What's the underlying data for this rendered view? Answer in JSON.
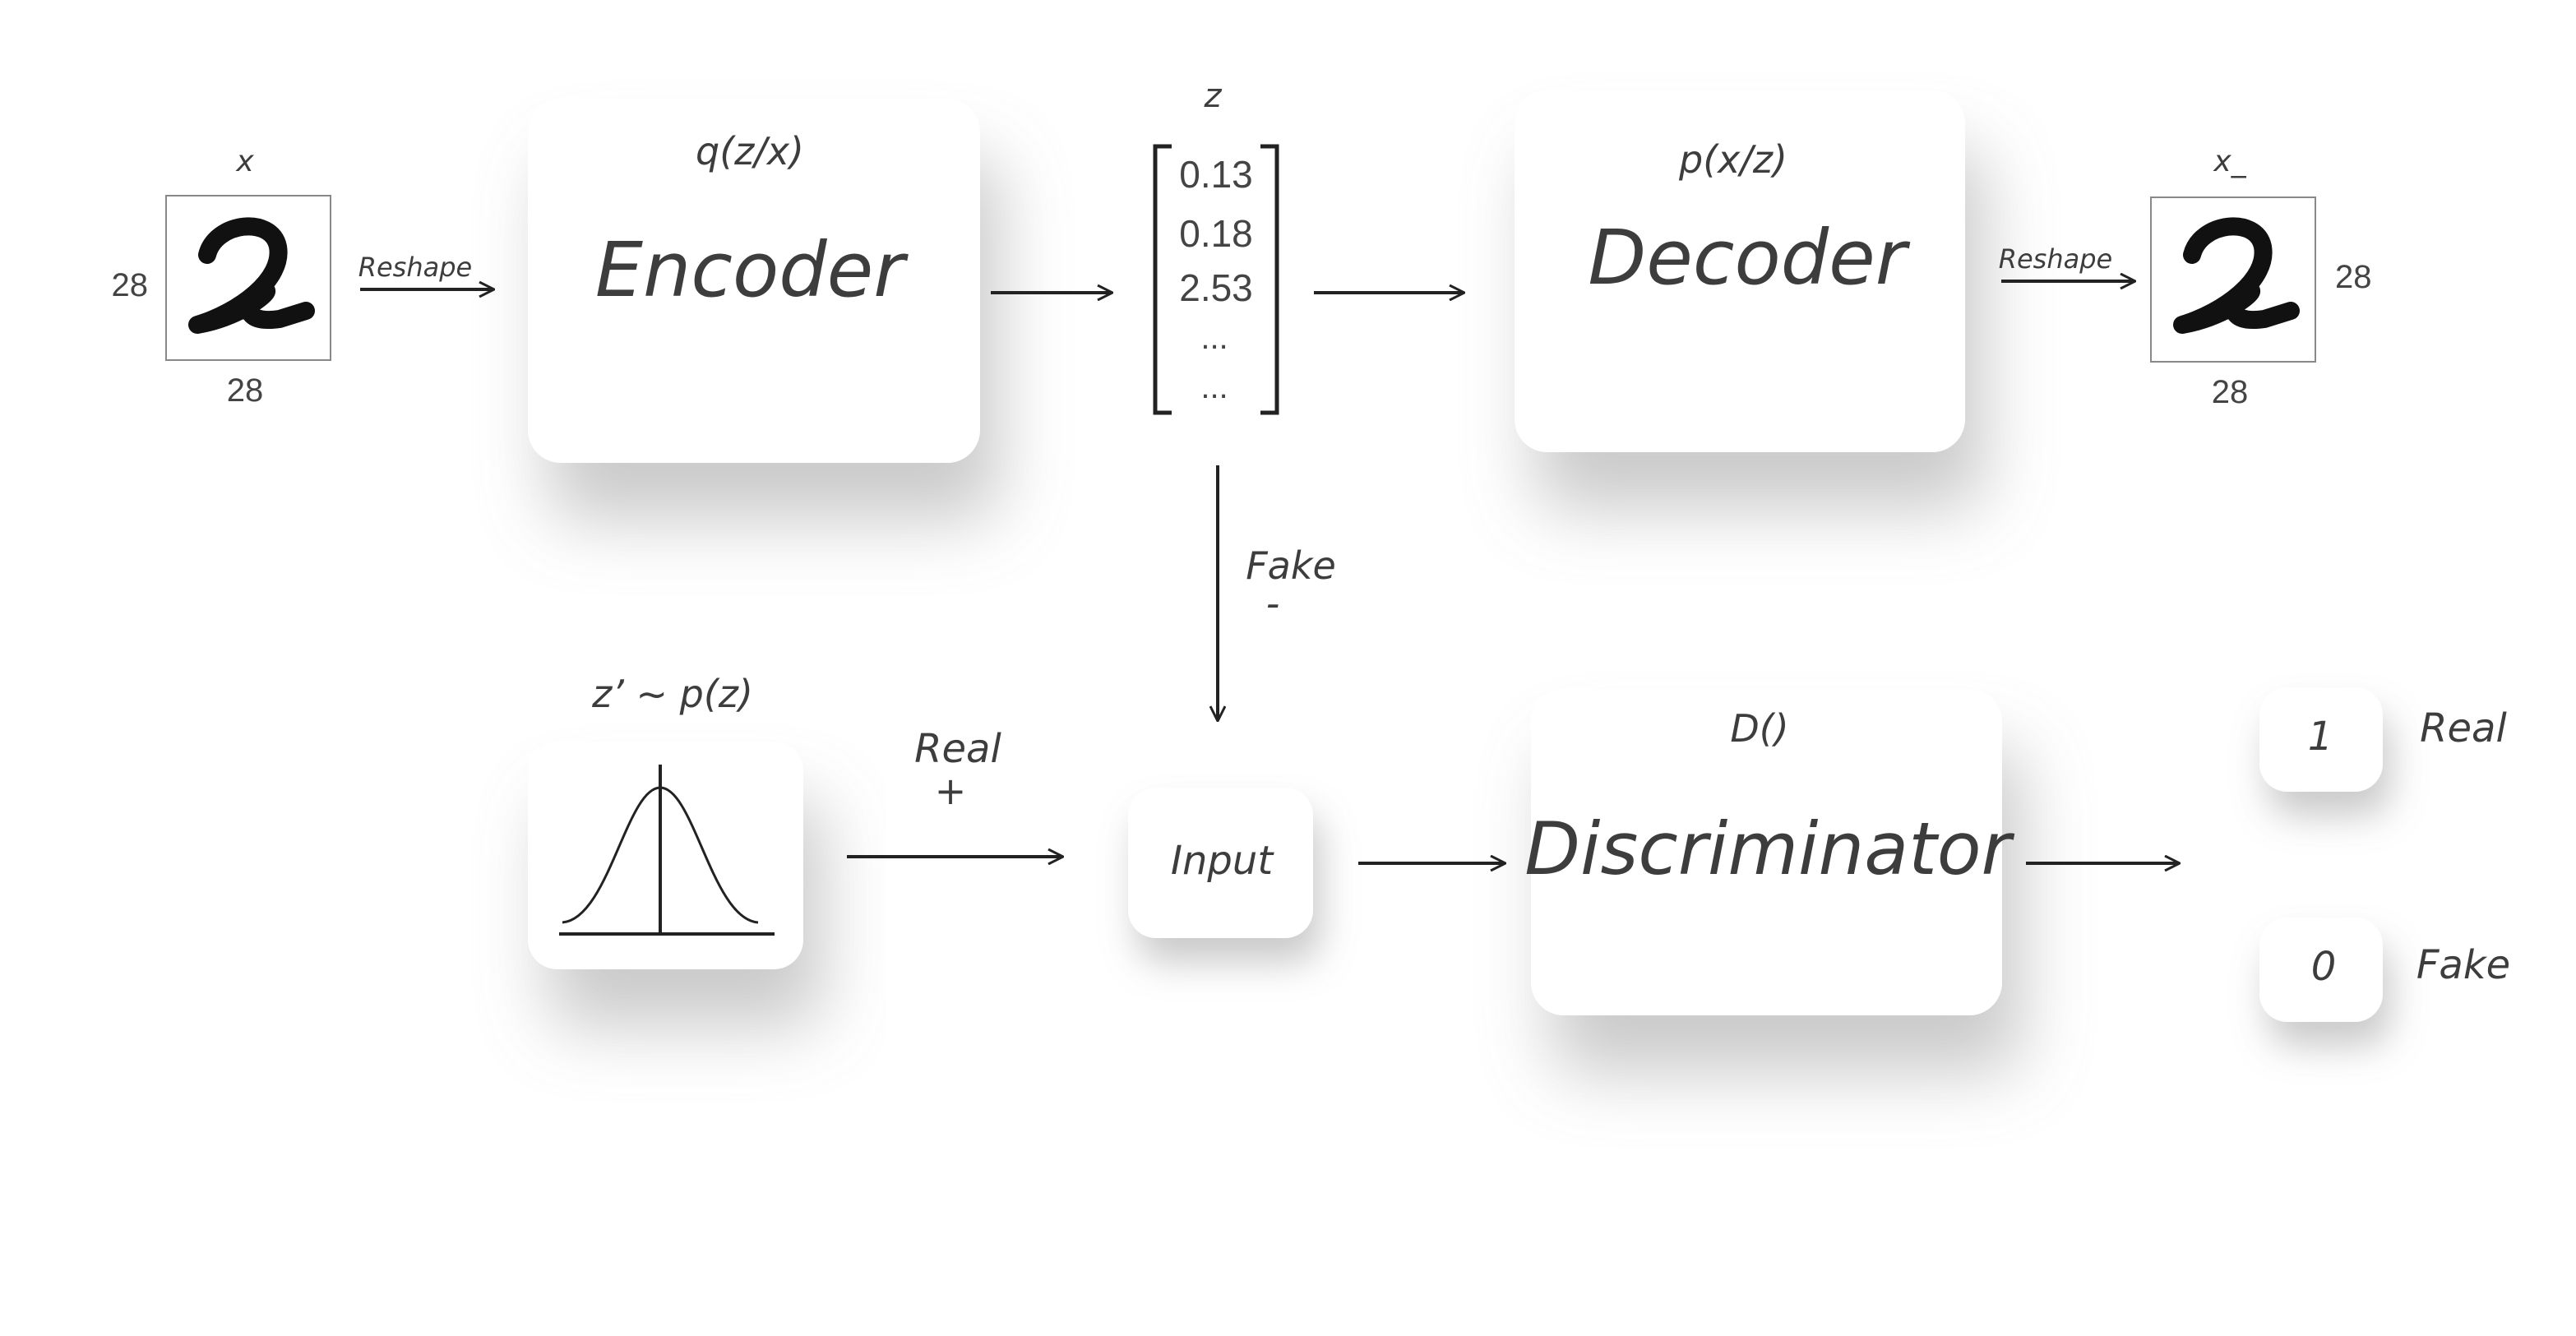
{
  "encoder": {
    "distribution": "q(z/x)",
    "title": "Encoder"
  },
  "decoder": {
    "distribution": "p(x/z)",
    "title": "Decoder"
  },
  "discriminator": {
    "function": "D()",
    "title": "Discriminator"
  },
  "input_image": {
    "label": "x",
    "width_label": "28",
    "height_label": "28",
    "arrow_label": "Reshape"
  },
  "output_image": {
    "label": "x_",
    "width_label": "28",
    "height_label": "28",
    "arrow_label": "Reshape"
  },
  "latent": {
    "label": "z",
    "values": [
      "0.13",
      "0.18",
      "2.53",
      "...",
      "..."
    ]
  },
  "prior": {
    "label": "z’ ~ p(z)"
  },
  "links": {
    "fake_label": "Fake",
    "fake_sign": "-",
    "real_label": "Real",
    "real_sign": "+"
  },
  "input_node": {
    "label": "Input"
  },
  "outputs": [
    {
      "value": "1",
      "label": "Real"
    },
    {
      "value": "0",
      "label": "Fake"
    }
  ],
  "colors": {
    "ink": "#222222",
    "text": "#3d3d3d",
    "card": "#ffffff",
    "shadow": "#9a9a9a"
  }
}
